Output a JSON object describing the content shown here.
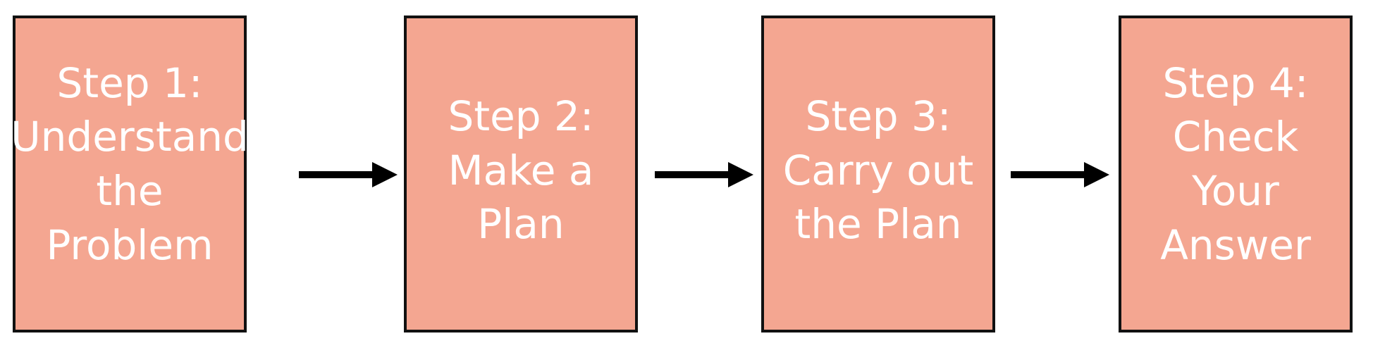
{
  "colors": {
    "box_fill": "#f4a691",
    "box_border": "#111111",
    "text": "#ffffff",
    "arrow": "#000000"
  },
  "steps": [
    {
      "lines": [
        "Step 1:",
        "Understand",
        "the",
        "Problem"
      ]
    },
    {
      "lines": [
        "Step 2:",
        "Make a",
        "Plan"
      ]
    },
    {
      "lines": [
        "Step 3:",
        "Carry out",
        "the Plan"
      ]
    },
    {
      "lines": [
        "Step 4:",
        "Check",
        "Your",
        "Answer"
      ]
    }
  ]
}
